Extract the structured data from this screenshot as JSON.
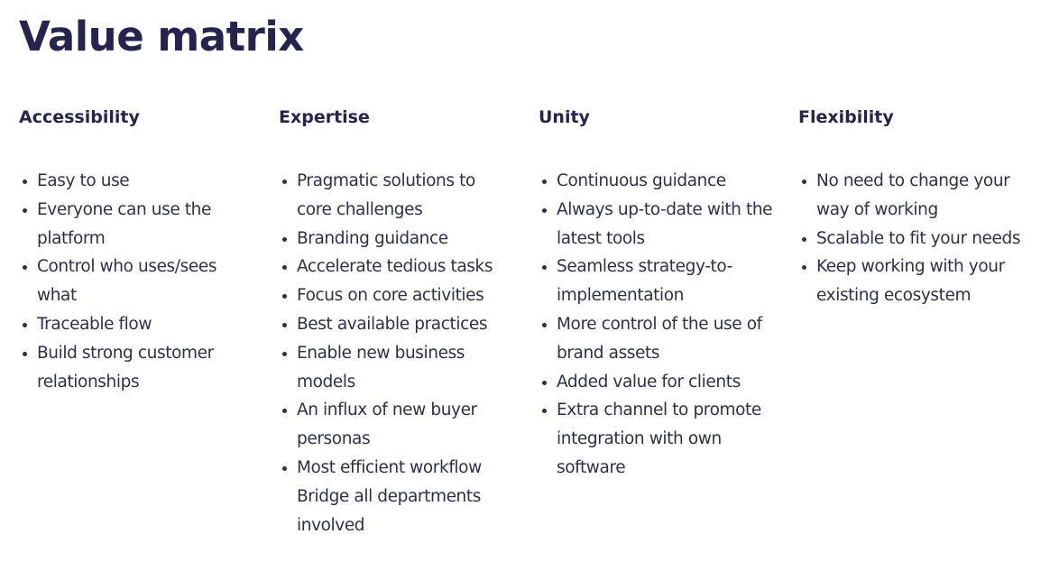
{
  "title": "Value matrix",
  "columns": [
    {
      "heading": "Accessibility",
      "items": [
        "Easy to use",
        "Everyone can use the platform",
        "Control who uses/sees what",
        "Traceable flow",
        "Build strong customer relationships"
      ]
    },
    {
      "heading": "Expertise",
      "items": [
        "Pragmatic solutions to core challenges",
        "Branding guidance",
        "Accelerate tedious tasks",
        "Focus on core activities",
        "Best available practices",
        "Enable new business models",
        "An influx of new buyer personas",
        "Most efficient workflow",
        "Bridge all departments involved"
      ]
    },
    {
      "heading": "Unity",
      "items": [
        "Continuous guidance",
        "Always up-to-date with the latest tools",
        "Seamless strategy-to-implementation",
        "More control of the use of brand assets",
        "Added value for clients",
        "Extra channel to promote integration with own software"
      ]
    },
    {
      "heading": "Flexibility",
      "items": [
        "No need to change your way of working",
        "Scalable to fit your needs",
        "Keep working with your existing ecosystem"
      ]
    }
  ]
}
